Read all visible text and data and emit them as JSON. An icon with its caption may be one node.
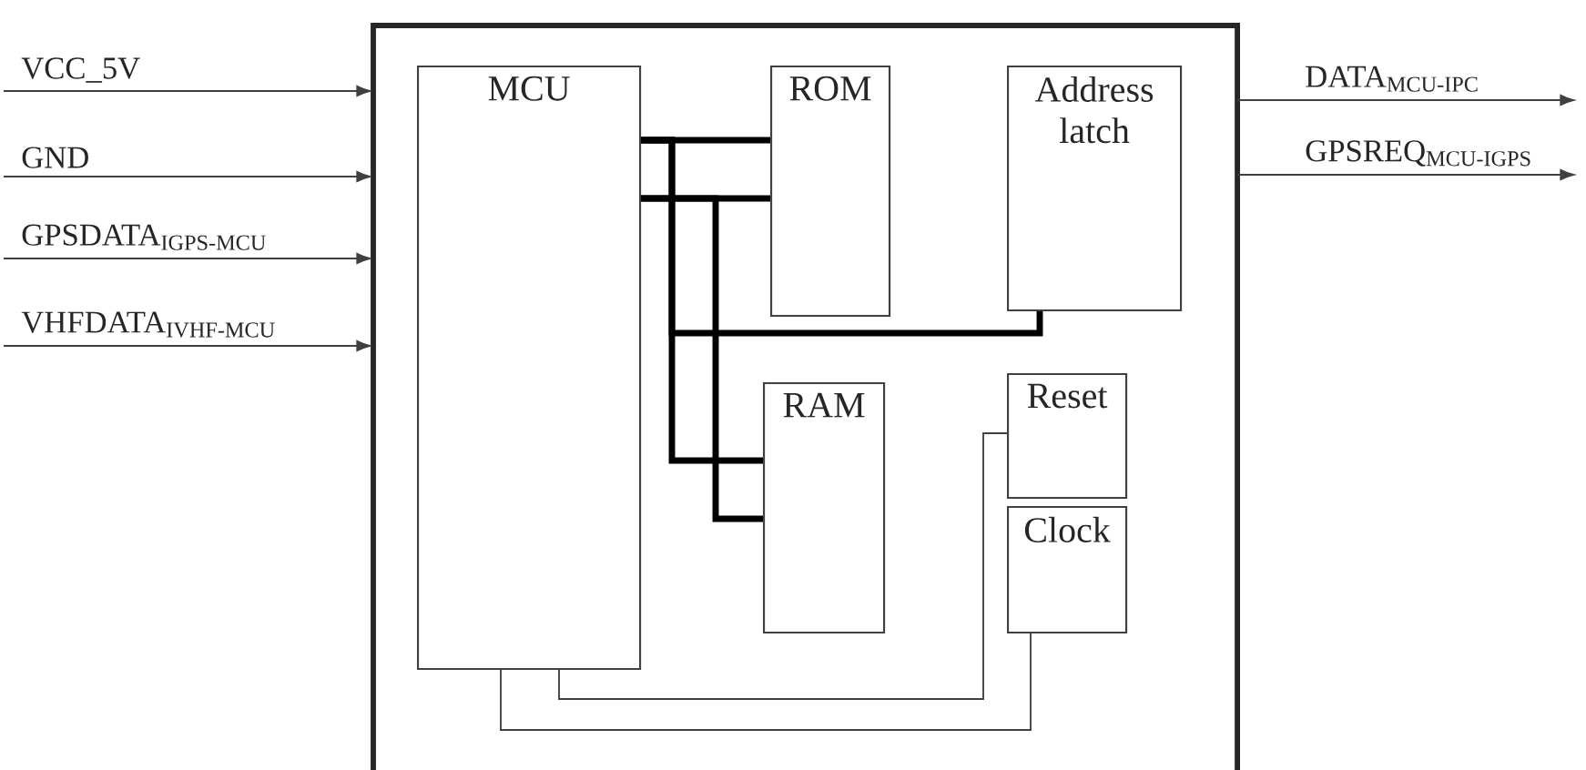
{
  "diagram": {
    "nodes": [
      {
        "text": [],
        "shape": "box"
      },
      {
        "text": [
          "MCU"
        ],
        "in": 0
      },
      {
        "text": [
          "ROM"
        ],
        "in": 0
      },
      {
        "text": [
          "Address latch"
        ],
        "in": 0
      },
      {
        "text": [
          "RAM"
        ],
        "in": 0
      },
      {
        "text": [
          "Reset"
        ],
        "in": 0
      },
      {
        "text": [
          "Clock"
        ],
        "in": 0
      }
    ],
    "edges": [
      {
        "from": null,
        "to": 0,
        "arrow": "to",
        "label": "VCC_5V"
      },
      {
        "from": null,
        "to": 0,
        "arrow": "to",
        "label": "GND"
      },
      {
        "from": null,
        "to": 0,
        "arrow": "to",
        "label": "GPSDATA$_{IGPS-MCU}$"
      },
      {
        "from": null,
        "to": 0,
        "arrow": "to",
        "label": "VHFDATA$_{IVHF-MCU}$"
      },
      {
        "from": 0,
        "to": null,
        "arrow": "to",
        "label": "DATA$_{MCU-IPC}$"
      },
      {
        "from": 0,
        "to": null,
        "arrow": "to",
        "label": "GPSREQ$_{MCU-IGPS}$"
      },
      {
        "from": 1,
        "to": 2,
        "arrow": "none",
        "style": "thick"
      },
      {
        "from": 1,
        "to": 2,
        "arrow": "none",
        "style": "thick"
      },
      {
        "from": 1,
        "to": 3,
        "arrow": "none",
        "style": "thick"
      },
      {
        "from": 1,
        "to": 4,
        "arrow": "none",
        "style": "thick"
      },
      {
        "from": 1,
        "to": 4,
        "arrow": "none",
        "style": "thick"
      },
      {
        "from": 1,
        "to": 5,
        "arrow": "none"
      },
      {
        "from": 1,
        "to": 6,
        "arrow": "none"
      }
    ]
  }
}
